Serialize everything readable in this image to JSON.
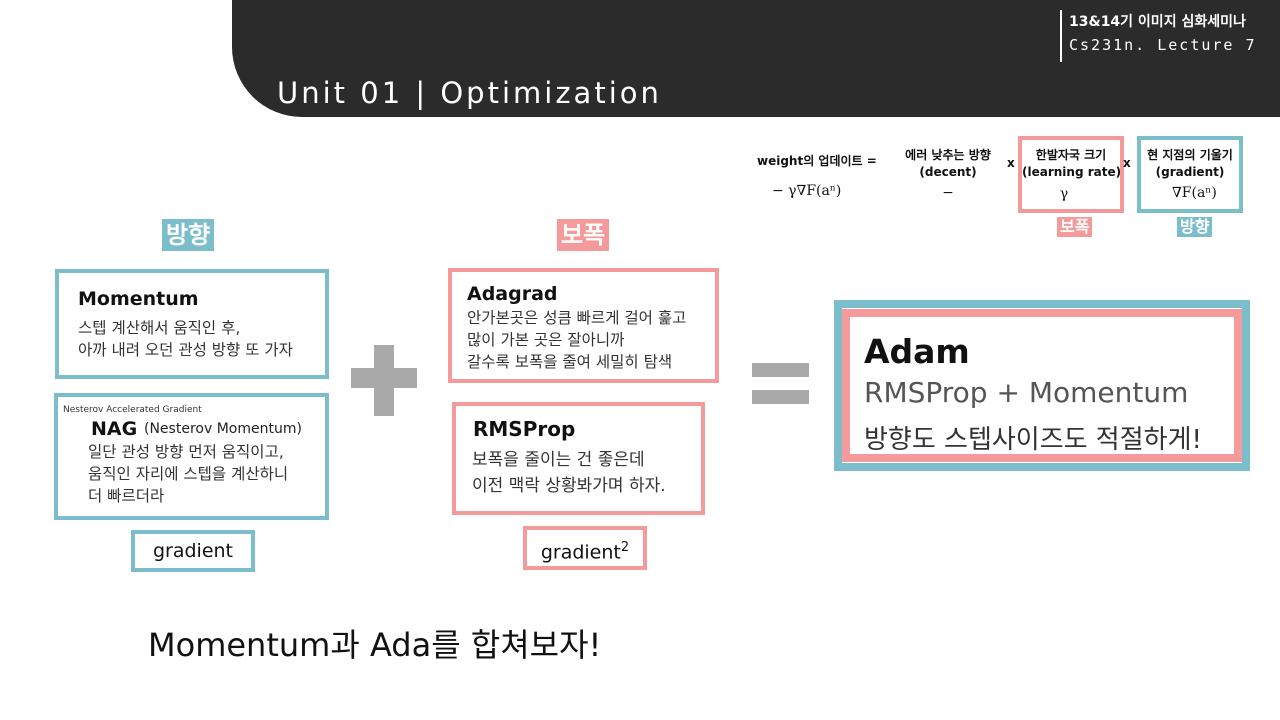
{
  "header": {
    "unit_title": "Unit  01 | Optimization",
    "seminar": "13&14기 이미지 심화세미나",
    "lecture": "Cs231n. Lecture 7"
  },
  "formula": {
    "lhs_label": "weight의 업데이트 =",
    "lhs_math": "− γ∇F(aⁿ)",
    "decent_label": "에러 낮추는 방향",
    "decent_en": "(decent)",
    "decent_math": "−",
    "times": "x",
    "lr_label": "한발자국 크기",
    "lr_en": "(learning rate)",
    "lr_math": "γ",
    "grad_label": "현 지점의 기울기",
    "grad_en": "(gradient)",
    "grad_math": "∇F(aⁿ)",
    "lr_tag": "보폭",
    "grad_tag": "방향"
  },
  "sections": {
    "direction_label": "방향",
    "stride_label": "보폭"
  },
  "momentum": {
    "title": "Momentum",
    "line1": "스텝 계산해서 움직인 후,",
    "line2": "아까 내려 오던 관성 방향 또 가자"
  },
  "nag": {
    "overlay": "Nesterov Accelerated Gradient",
    "title": "NAG",
    "subtitle": "(Nesterov Momentum)",
    "line1": "일단 관성 방향 먼저 움직이고,",
    "line2": "움직인 자리에 스텝을 계산하니",
    "line3": "더 빠르더라"
  },
  "adagrad": {
    "title": "Adagrad",
    "line1": "안가본곳은 성큼 빠르게 걸어 훑고",
    "line2": "많이 가본 곳은 잘아니까",
    "line3": "갈수록 보폭을 줄여 세밀히 탐색"
  },
  "rmsprop": {
    "title": "RMSProp",
    "line1": "보폭을 줄이는 건 좋은데",
    "line2": "이전 맥락 상황봐가며 하자."
  },
  "gradient_label": "gradient",
  "gradient_sq_label": "gradient",
  "gradient_sq_exp": "2",
  "adam": {
    "title": "Adam",
    "line1": "RMSProp + Momentum",
    "line2": "방향도 스텝사이즈도 적절하게!"
  },
  "footer": "Momentum과 Ada를 합쳐보자!",
  "colors": {
    "teal": "#7bbdca",
    "pink": "#f59a9a",
    "dark": "#2b2b2b",
    "operator_gray": "#a9a9a9"
  }
}
